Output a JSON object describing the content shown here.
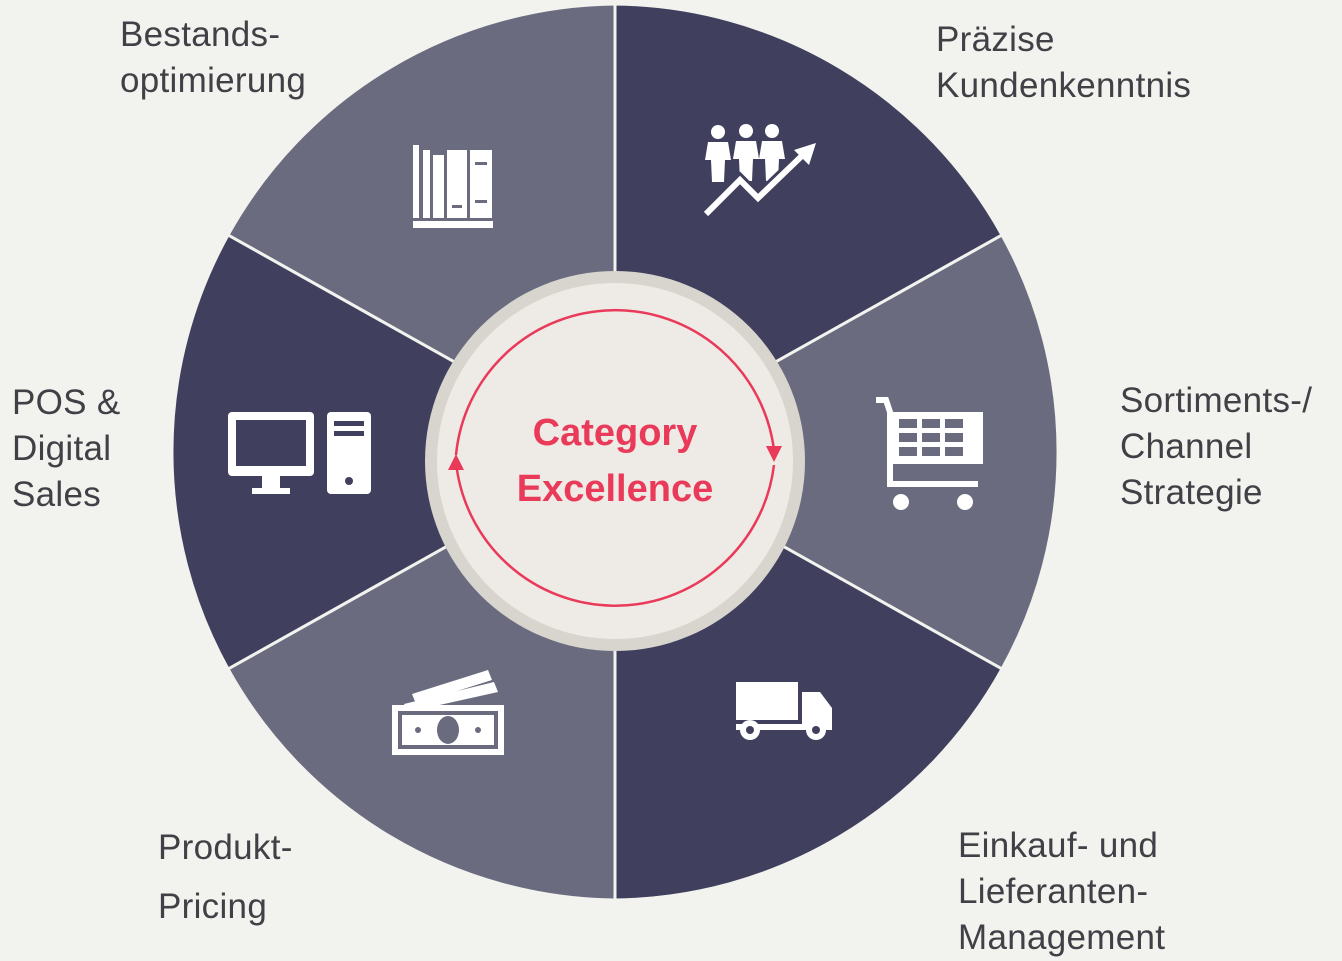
{
  "center": {
    "title": "Category\nExcellence"
  },
  "segments": [
    {
      "label": "Bestands-\noptimierung",
      "icon": "books-icon"
    },
    {
      "label": "Präzise\nKundenkenntnis",
      "icon": "people-growth-icon"
    },
    {
      "label": "Sortiments-/\nChannel\nStrategie",
      "icon": "shopping-cart-icon"
    },
    {
      "label": "Einkauf- und\nLieferanten-\nManagement",
      "icon": "truck-icon"
    },
    {
      "label": "Produkt-\nPricing",
      "icon": "money-icon"
    },
    {
      "label": "POS &\nDigital\nSales",
      "icon": "desktop-computer-icon"
    }
  ],
  "colors": {
    "dark": "#40405e",
    "light": "#6b6b80",
    "hub": "#eeebe6",
    "accent": "#ea3a5a",
    "background": "#f2f2ee"
  }
}
